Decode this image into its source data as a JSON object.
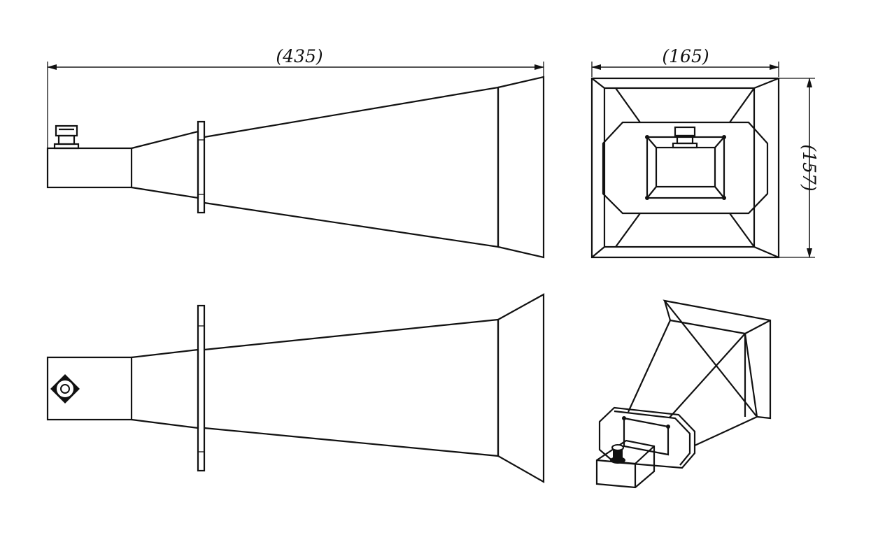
{
  "dimensions": {
    "length_label": "(435)",
    "width_label": "(165)",
    "height_label": "(157)"
  },
  "colors": {
    "line": "#111111",
    "background": "#ffffff"
  },
  "views": [
    "side-view-top",
    "front-view",
    "side-view-bottom",
    "isometric-view"
  ]
}
